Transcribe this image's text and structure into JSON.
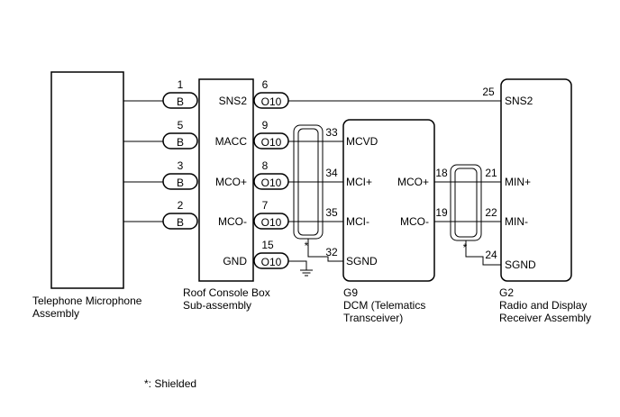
{
  "components": {
    "mic": {
      "line1": "Telephone Microphone",
      "line2": "Assembly"
    },
    "roof": {
      "line1": "Roof Console Box",
      "line2": "Sub-assembly",
      "pins": [
        "SNS2",
        "MACC",
        "MCO+",
        "MCO-",
        "GND"
      ]
    },
    "dcm": {
      "code": "G9",
      "line1": "DCM (Telematics",
      "line2": "Transceiver)",
      "left_pins": [
        "MCVD",
        "MCI+",
        "MCI-",
        "SGND"
      ],
      "right_pins": [
        "MCO+",
        "MCO-"
      ]
    },
    "radio": {
      "code": "G2",
      "line1": "Radio and Display",
      "line2": "Receiver Assembly",
      "pins": [
        "SNS2",
        "MIN+",
        "MIN-",
        "SGND"
      ]
    }
  },
  "connectors": {
    "B": {
      "label": "B",
      "pins": [
        "1",
        "5",
        "3",
        "2"
      ]
    },
    "O10": {
      "label": "O10",
      "pins": [
        "6",
        "9",
        "8",
        "7",
        "15"
      ]
    }
  },
  "wire_pins": {
    "radio_sns2": "25",
    "dcm_mcvd": "33",
    "dcm_mci_plus": "34",
    "dcm_mci_minus": "35",
    "dcm_sgnd": "32",
    "dcm_mco_plus": "18",
    "dcm_mco_minus": "19",
    "radio_min_plus": "21",
    "radio_min_minus": "22",
    "radio_sgnd": "24"
  },
  "shield_marks": [
    "*",
    "*"
  ],
  "footnote": "*: Shielded"
}
